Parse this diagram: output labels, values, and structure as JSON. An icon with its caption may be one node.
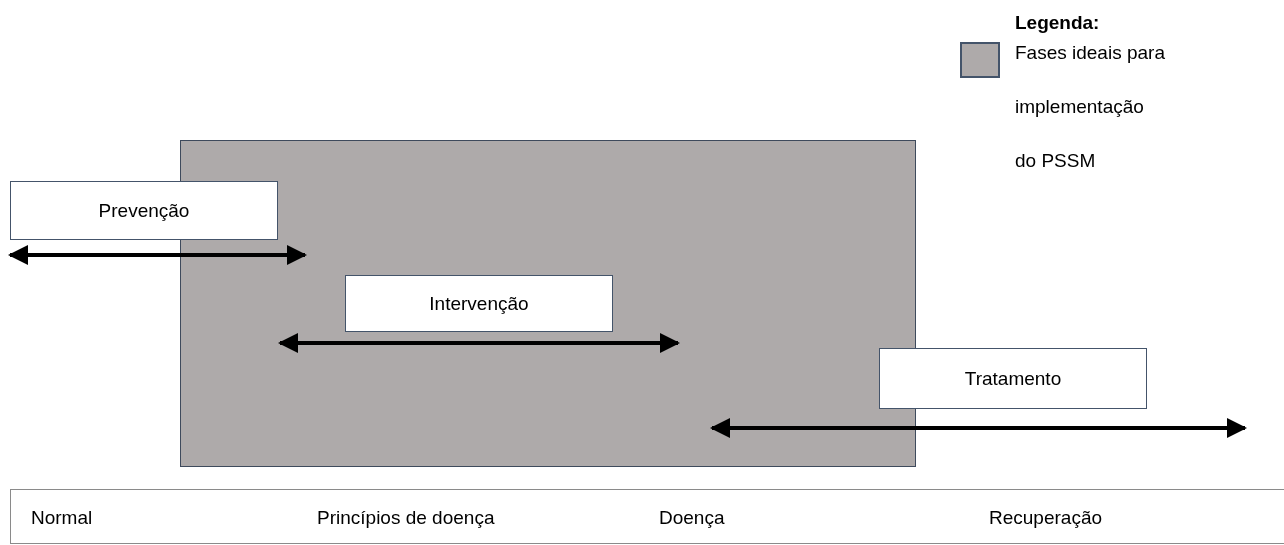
{
  "diagram": {
    "nodes": [
      {
        "text": [],
        "shape": "box"
      },
      {
        "text": [
          "Prevenção"
        ]
      },
      {
        "text": [
          "Intervenção"
        ],
        "in": 0
      },
      {
        "text": [
          "Tratamento"
        ]
      },
      {
        "text": [
          "Normal",
          "Princípios de doença",
          "Doença",
          "Recuperação"
        ]
      }
    ],
    "labels": [
      "Legenda:"
    ],
    "legend": [
      {
        "text": "Fases ideais para implementação do PSSM",
        "color": "#aeaaaa"
      }
    ]
  }
}
